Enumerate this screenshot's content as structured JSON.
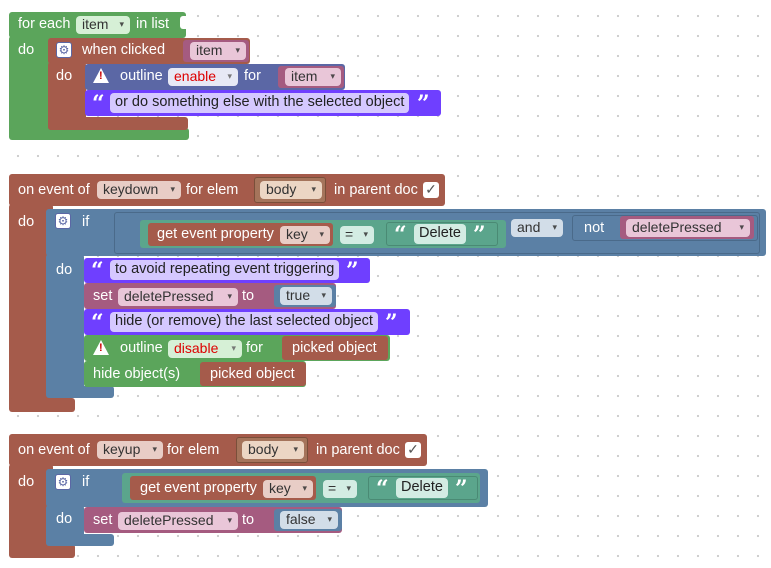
{
  "block1": {
    "for_each": "for each",
    "var": "item",
    "in_list": "in list",
    "do": "do",
    "when_clicked": "when clicked",
    "item_var": "item",
    "do2": "do",
    "outline": "outline",
    "enable": "enable",
    "for": "for",
    "outline_item": "item",
    "comment": "or do something else with the selected object"
  },
  "block2": {
    "on_event_of": "on event of",
    "event": "keydown",
    "for_elem": "for elem",
    "elem": "body",
    "in_parent_doc": "in parent doc",
    "check": "✓",
    "do": "do",
    "if": "if",
    "get_event_property": "get event property",
    "key": "key",
    "eq": "=",
    "delete_text": "Delete",
    "and": "and",
    "not": "not",
    "deletePressed": "deletePressed",
    "do2": "do",
    "comment1": "to avoid repeating event triggering",
    "set": "set",
    "set_var": "deletePressed",
    "to": "to",
    "true_val": "true",
    "comment2": "hide (or remove) the last selected object",
    "outline": "outline",
    "disable": "disable",
    "for": "for",
    "picked_object": "picked object",
    "hide_objects": "hide object(s)",
    "picked_object2": "picked object"
  },
  "block3": {
    "on_event_of": "on event of",
    "event": "keyup",
    "for_elem": "for elem",
    "elem": "body",
    "in_parent_doc": "in parent doc",
    "check": "✓",
    "do": "do",
    "if": "if",
    "get_event_property": "get event property",
    "key": "key",
    "eq": "=",
    "delete_text": "Delete",
    "do2": "do",
    "set": "set",
    "set_var": "deletePressed",
    "to": "to",
    "false_val": "false"
  },
  "icons": {
    "dropdown": "▾",
    "gear": "⚙",
    "warning": "!",
    "open_quote": "“",
    "close_quote": "”"
  },
  "colors": {
    "loop_green": "#5ba55b",
    "event_brown": "#a55b4b",
    "if_blue": "#5b80a5",
    "text_purple": "#5b67a5",
    "comment_violet": "#6f3fff",
    "variable_pink": "#a55b80",
    "logic_teal": "#5ba58c",
    "ui_green": "#5ba55b"
  }
}
